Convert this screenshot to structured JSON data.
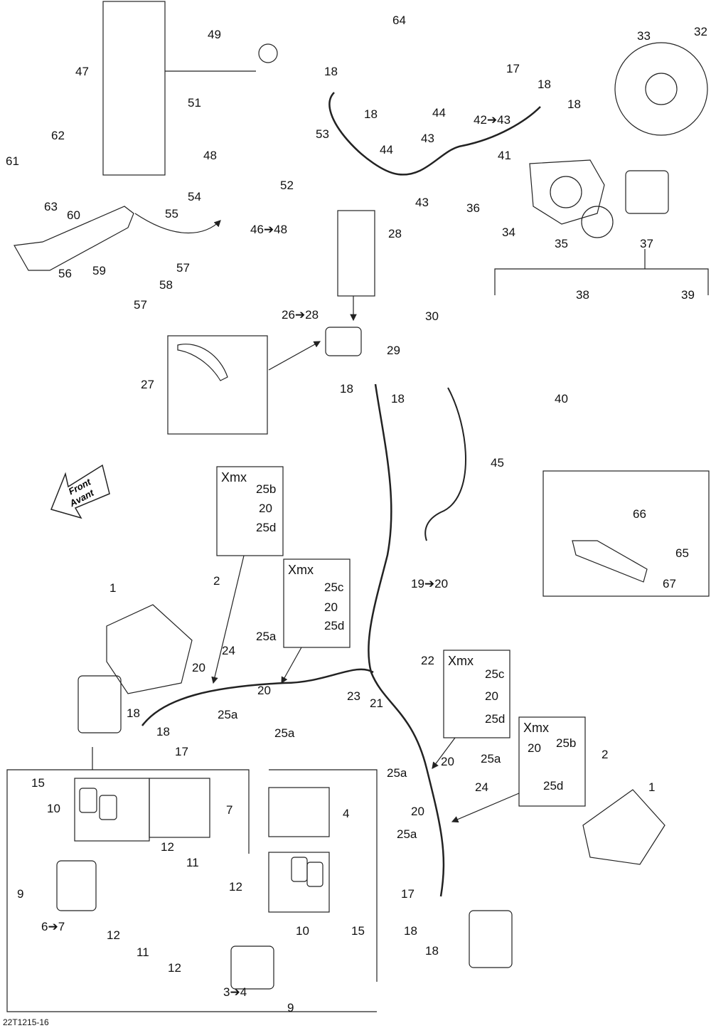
{
  "diagram": {
    "title": "Brake system exploded parts diagram",
    "reference_code": "22T1215-16",
    "direction_indicator": {
      "line1": "Front",
      "line2": "Avant"
    },
    "inset_label": "Xmx",
    "callouts": [
      {
        "id": "c64",
        "text": "64"
      },
      {
        "id": "c49",
        "text": "49"
      },
      {
        "id": "c47",
        "text": "47"
      },
      {
        "id": "c33",
        "text": "33"
      },
      {
        "id": "c32",
        "text": "32"
      },
      {
        "id": "c18a",
        "text": "18"
      },
      {
        "id": "c18b",
        "text": "18"
      },
      {
        "id": "c17a",
        "text": "17"
      },
      {
        "id": "c18c",
        "text": "18"
      },
      {
        "id": "c18d",
        "text": "18"
      },
      {
        "id": "c51",
        "text": "51"
      },
      {
        "id": "c44a",
        "text": "44"
      },
      {
        "id": "c42",
        "text": "42➔43"
      },
      {
        "id": "c62",
        "text": "62"
      },
      {
        "id": "c53",
        "text": "53"
      },
      {
        "id": "c43a",
        "text": "43"
      },
      {
        "id": "c41",
        "text": "41"
      },
      {
        "id": "c48",
        "text": "48"
      },
      {
        "id": "c44b",
        "text": "44"
      },
      {
        "id": "c61",
        "text": "61"
      },
      {
        "id": "c52",
        "text": "52"
      },
      {
        "id": "c63",
        "text": "63"
      },
      {
        "id": "c60",
        "text": "60"
      },
      {
        "id": "c54",
        "text": "54"
      },
      {
        "id": "c43b",
        "text": "43"
      },
      {
        "id": "c36",
        "text": "36"
      },
      {
        "id": "c55",
        "text": "55"
      },
      {
        "id": "c46",
        "text": "46➔48"
      },
      {
        "id": "c34",
        "text": "34"
      },
      {
        "id": "c35",
        "text": "35"
      },
      {
        "id": "c37",
        "text": "37"
      },
      {
        "id": "c28",
        "text": "28"
      },
      {
        "id": "c56",
        "text": "56"
      },
      {
        "id": "c59",
        "text": "59"
      },
      {
        "id": "c57a",
        "text": "57"
      },
      {
        "id": "c58",
        "text": "58"
      },
      {
        "id": "c57b",
        "text": "57"
      },
      {
        "id": "c38",
        "text": "38"
      },
      {
        "id": "c39",
        "text": "39"
      },
      {
        "id": "c26",
        "text": "26➔28"
      },
      {
        "id": "c30",
        "text": "30"
      },
      {
        "id": "c29",
        "text": "29"
      },
      {
        "id": "c27",
        "text": "27"
      },
      {
        "id": "c18e",
        "text": "18"
      },
      {
        "id": "c18f",
        "text": "18"
      },
      {
        "id": "c40",
        "text": "40"
      },
      {
        "id": "c45",
        "text": "45"
      },
      {
        "id": "c25b1",
        "text": "25b"
      },
      {
        "id": "c20a",
        "text": "20"
      },
      {
        "id": "c25d1",
        "text": "25d"
      },
      {
        "id": "c66",
        "text": "66"
      },
      {
        "id": "c65",
        "text": "65"
      },
      {
        "id": "c25c1",
        "text": "25c"
      },
      {
        "id": "c20b",
        "text": "20"
      },
      {
        "id": "c25d2",
        "text": "25d"
      },
      {
        "id": "c1a",
        "text": "1"
      },
      {
        "id": "c2a",
        "text": "2"
      },
      {
        "id": "c19",
        "text": "19➔20"
      },
      {
        "id": "c67",
        "text": "67"
      },
      {
        "id": "c25a1",
        "text": "25a"
      },
      {
        "id": "c24a",
        "text": "24"
      },
      {
        "id": "c22",
        "text": "22"
      },
      {
        "id": "c20c",
        "text": "20"
      },
      {
        "id": "c20d",
        "text": "20"
      },
      {
        "id": "c25a2",
        "text": "25a"
      },
      {
        "id": "c25a3",
        "text": "25a"
      },
      {
        "id": "c23",
        "text": "23"
      },
      {
        "id": "c21",
        "text": "21"
      },
      {
        "id": "c18g",
        "text": "18"
      },
      {
        "id": "c18h",
        "text": "18"
      },
      {
        "id": "c17b",
        "text": "17"
      },
      {
        "id": "c25c2",
        "text": "25c"
      },
      {
        "id": "c20e",
        "text": "20"
      },
      {
        "id": "c25d3",
        "text": "25d"
      },
      {
        "id": "c20f",
        "text": "20"
      },
      {
        "id": "c25b2",
        "text": "25b"
      },
      {
        "id": "c25d4",
        "text": "25d"
      },
      {
        "id": "c25a4",
        "text": "25a"
      },
      {
        "id": "c20g",
        "text": "20"
      },
      {
        "id": "c25a5",
        "text": "25a"
      },
      {
        "id": "c24b",
        "text": "24"
      },
      {
        "id": "c2b",
        "text": "2"
      },
      {
        "id": "c1b",
        "text": "1"
      },
      {
        "id": "c20h",
        "text": "20"
      },
      {
        "id": "c25a6",
        "text": "25a"
      },
      {
        "id": "c15a",
        "text": "15"
      },
      {
        "id": "c10a",
        "text": "10"
      },
      {
        "id": "c7",
        "text": "7"
      },
      {
        "id": "c4",
        "text": "4"
      },
      {
        "id": "c12a",
        "text": "12"
      },
      {
        "id": "c11a",
        "text": "11"
      },
      {
        "id": "c9a",
        "text": "9"
      },
      {
        "id": "c12b",
        "text": "12"
      },
      {
        "id": "c67b",
        "text": "6➔7"
      },
      {
        "id": "c12c",
        "text": "12"
      },
      {
        "id": "c11b",
        "text": "11"
      },
      {
        "id": "c12d",
        "text": "12"
      },
      {
        "id": "c10b",
        "text": "10"
      },
      {
        "id": "c15b",
        "text": "15"
      },
      {
        "id": "c17c",
        "text": "17"
      },
      {
        "id": "c18i",
        "text": "18"
      },
      {
        "id": "c18j",
        "text": "18"
      },
      {
        "id": "c34b",
        "text": "3➔4"
      },
      {
        "id": "c9b",
        "text": "9"
      }
    ]
  }
}
